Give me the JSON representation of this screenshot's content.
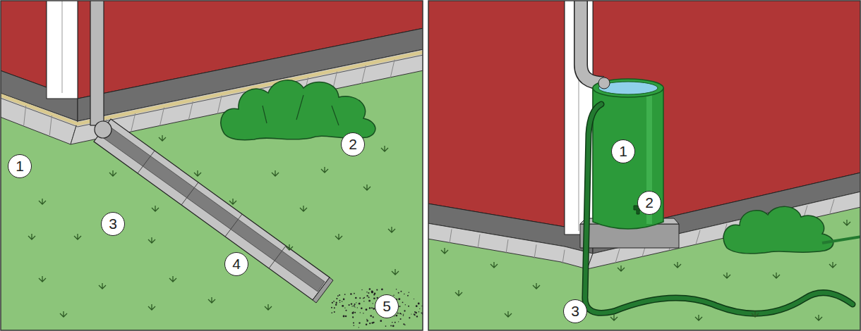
{
  "diagram": {
    "labels": [
      "1",
      "2",
      "3",
      "4",
      "5",
      "1",
      "2",
      "3"
    ]
  }
}
